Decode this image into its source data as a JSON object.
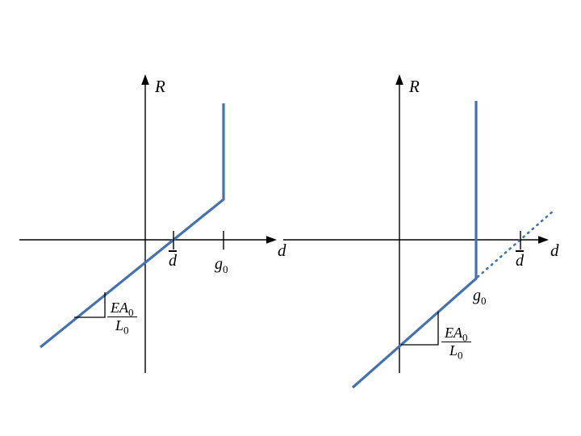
{
  "figure": {
    "line_color": "#4472b0",
    "axis_color": "#000000",
    "left": {
      "y_axis_label": "R",
      "x_axis_label": "d",
      "dbar_label": "d",
      "g0_label": {
        "base": "g",
        "sub": "0"
      },
      "slope_label": {
        "num_base": "EA",
        "num_sub": "0",
        "den_base": "L",
        "den_sub": "0"
      }
    },
    "right": {
      "y_axis_label": "R",
      "x_axis_label": "d",
      "dbar_label": "d",
      "g0_label": {
        "base": "g",
        "sub": "0"
      },
      "slope_label": {
        "num_base": "EA",
        "num_sub": "0",
        "den_base": "L",
        "den_sub": "0"
      }
    }
  }
}
